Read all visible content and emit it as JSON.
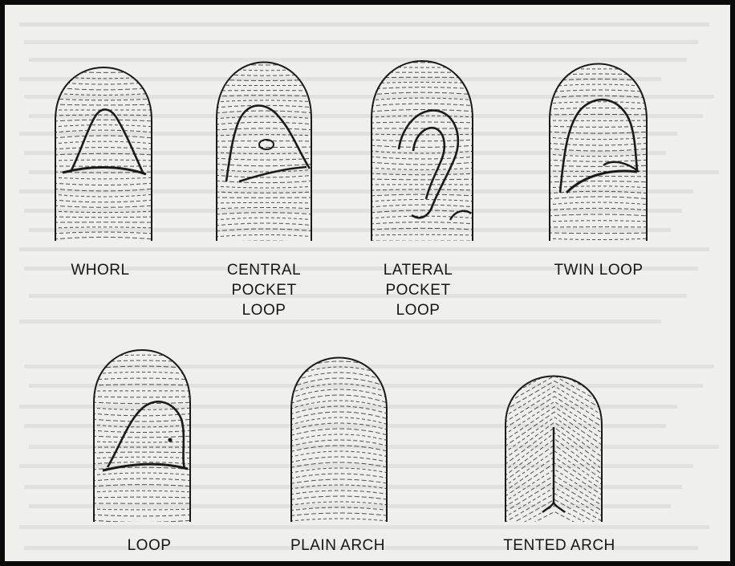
{
  "colors": {
    "ink": "#1a1a1a",
    "paper": "#efefed",
    "border": "#0a0a0a",
    "ghost_text": "#c9c9c6"
  },
  "diagram": {
    "patterns": [
      {
        "id": "whorl",
        "label": "WHORL"
      },
      {
        "id": "central-pocket-loop",
        "label": "CENTRAL\nPOCKET\nLOOP"
      },
      {
        "id": "lateral-pocket-loop",
        "label": "LATERAL\nPOCKET\nLOOP"
      },
      {
        "id": "twin-loop",
        "label": "TWIN  LOOP"
      },
      {
        "id": "loop",
        "label": "LOOP"
      },
      {
        "id": "plain-arch",
        "label": "PLAIN  ARCH"
      },
      {
        "id": "tented-arch",
        "label": "TENTED  ARCH"
      }
    ]
  }
}
